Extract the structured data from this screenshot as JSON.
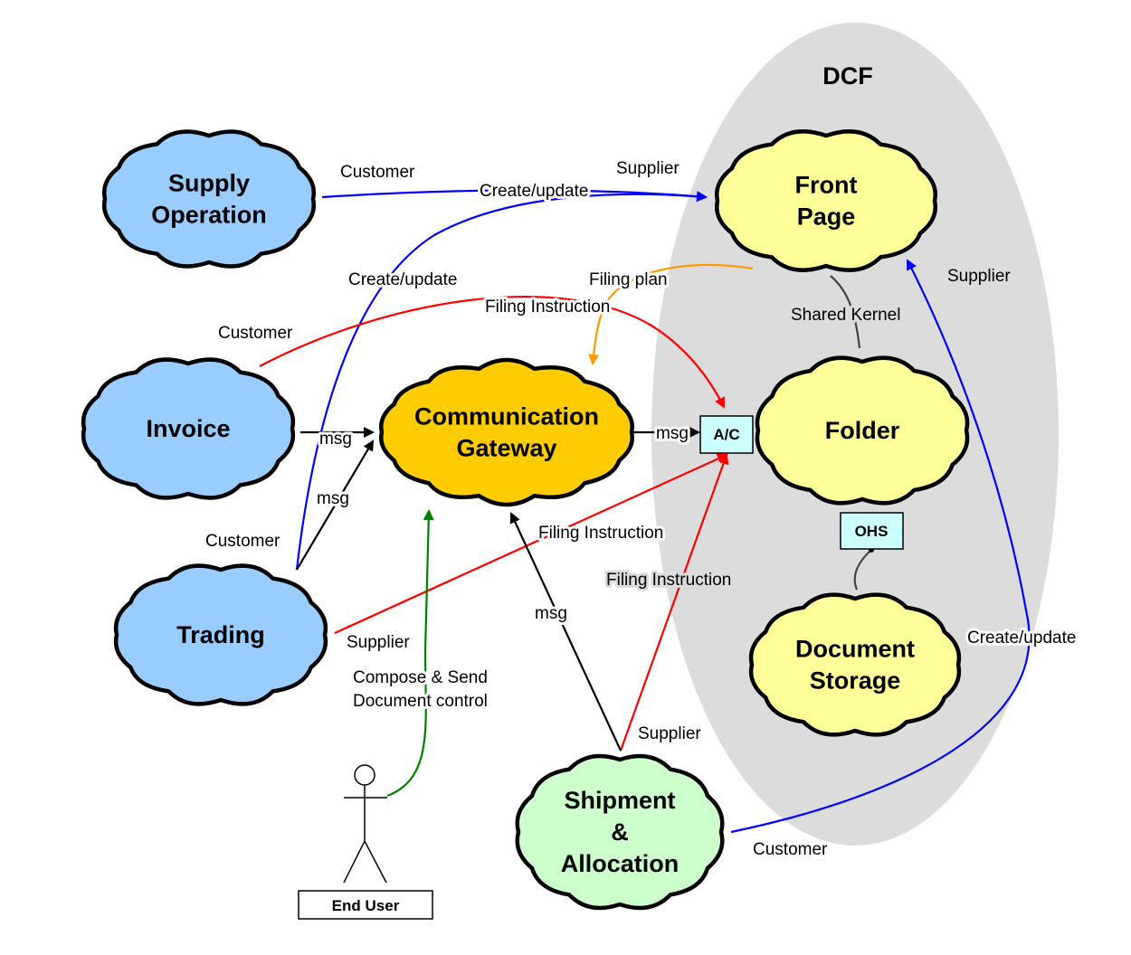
{
  "colors": {
    "blue_cloud": "#99ccff",
    "yellow_cloud": "#ffff99",
    "orange_cloud": "#ffcc00",
    "green_cloud": "#ccffcc",
    "dcf_region": "#dcdcdc",
    "box_fill": "#ccffff",
    "edge_blue": "#0000ff",
    "edge_red": "#ff0000",
    "edge_black": "#000000",
    "edge_green": "#008000",
    "edge_orange": "#ff9900"
  },
  "region": {
    "title": "DCF"
  },
  "contexts": {
    "supply_operation": {
      "lines": [
        "Supply",
        "Operation"
      ]
    },
    "invoice": {
      "lines": [
        "Invoice"
      ]
    },
    "trading": {
      "lines": [
        "Trading"
      ]
    },
    "communication_gateway": {
      "lines": [
        "Communication",
        "Gateway"
      ]
    },
    "front_page": {
      "lines": [
        "Front",
        "Page"
      ]
    },
    "folder": {
      "lines": [
        "Folder"
      ]
    },
    "document_storage": {
      "lines": [
        "Document",
        "Storage"
      ]
    },
    "shipment_allocation": {
      "lines": [
        "Shipment",
        "&",
        "Allocation"
      ]
    }
  },
  "boxes": {
    "ac": "A/C",
    "ohs": "OHS",
    "end_user": "End User"
  },
  "labels": {
    "so_customer": "Customer",
    "so_create_update": "Create/update",
    "fp_supplier_top": "Supplier",
    "trading_create_update": "Create/update",
    "filing_plan": "Filing plan",
    "fp_supplier_right": "Supplier",
    "shared_kernel": "Shared Kernel",
    "invoice_customer": "Customer",
    "invoice_filing_instruction": "Filing Instruction",
    "invoice_msg": "msg",
    "trading_msg": "msg",
    "cg_msg": "msg",
    "trading_customer": "Customer",
    "trading_filing_instruction": "Filing Instruction",
    "trading_supplier": "Supplier",
    "ship_filing_instruction": "Filing Instruction",
    "ship_msg": "msg",
    "ds_create_update": "Create/update",
    "compose_line1": "Compose & Send",
    "compose_line2": "Document control",
    "ship_supplier": "Supplier",
    "ship_customer": "Customer"
  }
}
